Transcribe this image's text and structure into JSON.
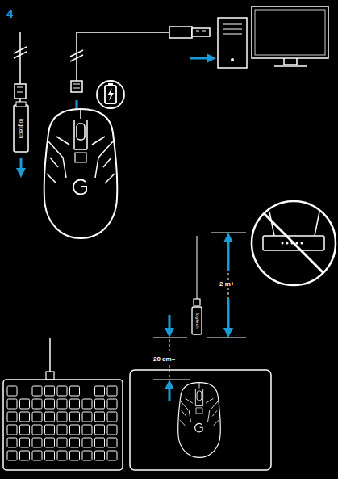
{
  "diagram": {
    "labels": [
      "4",
      "logitech",
      "2 m+",
      "logitech",
      "20 cm–"
    ]
  }
}
